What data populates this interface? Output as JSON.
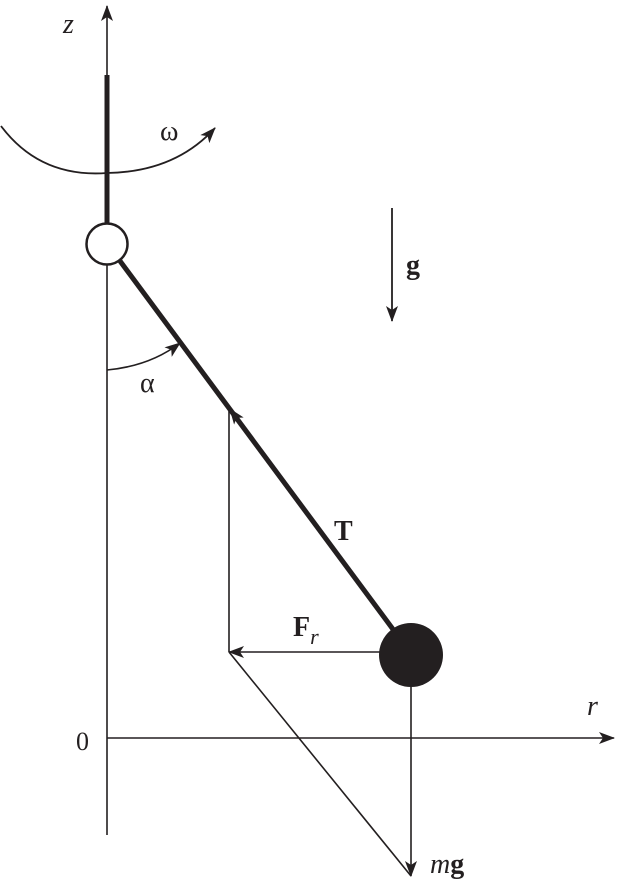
{
  "diagram": {
    "colors": {
      "ink": "#231f20",
      "background": "#ffffff"
    },
    "labels": {
      "z_axis": "z",
      "r_axis": "r",
      "origin": "0",
      "omega": "ω",
      "alpha": "α",
      "gravity": "g",
      "tension": "T",
      "radial_force_main": "F",
      "radial_force_sub": "r",
      "weight_m": "m",
      "weight_g": "g"
    }
  }
}
